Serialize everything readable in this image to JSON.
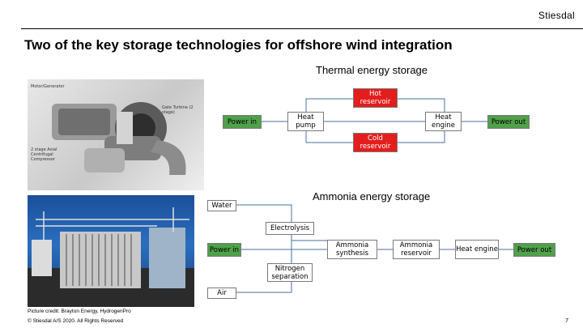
{
  "header": {
    "brand": "Stiesdal",
    "title": "Two of the key storage technologies for offshore wind integration"
  },
  "thermal": {
    "heading": "Thermal energy storage",
    "hot_reservoir": "Hot reservoir",
    "power_in": "Power in",
    "heat_pump": "Heat pump",
    "heat_engine": "Heat engine",
    "power_out": "Power out",
    "cold_reservoir": "Cold reservoir",
    "photo_labels": {
      "a": "Motor/Generator",
      "b": "Gate Turbine (2 stage)",
      "c": "2 stage Axial Centrifugal Compressor"
    }
  },
  "ammonia": {
    "heading": "Ammonia energy storage",
    "water": "Water",
    "electrolysis": "Electrolysis",
    "power_in": "Power in",
    "ammonia_synthesis": "Ammonia synthesis",
    "ammonia_reservoir": "Ammonia reservoir",
    "heat_engine": "Heat engine",
    "power_out": "Power out",
    "nitrogen_separation": "Nitrogen separation",
    "air": "Air"
  },
  "footer": {
    "credit": "Picture credit: Brayton Energy, HydrogenPro",
    "copyright": "© Stiesdal A/S 2020. All Rights Reserved",
    "page": "7"
  },
  "colors": {
    "red": "#e41d1d",
    "green": "#4fa14a",
    "line": "#4a6fa5"
  }
}
